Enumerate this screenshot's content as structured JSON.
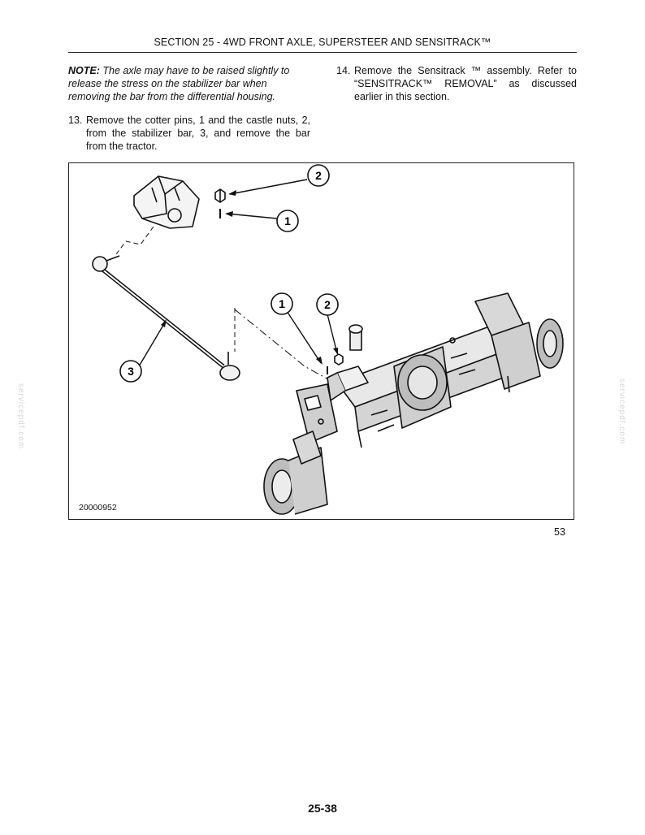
{
  "header": {
    "title": "SECTION 25 - 4WD FRONT AXLE, SUPERSTEER AND SENSITRACK™"
  },
  "note": {
    "label": "NOTE:",
    "text": "The axle may have to be raised slightly to release the stress on the stabilizer bar when removing the bar from the differential housing."
  },
  "steps": [
    {
      "num": "13.",
      "text": "Remove the cotter pins, 1 and the castle nuts, 2, from the stabilizer bar, 3, and remove the bar from the tractor."
    },
    {
      "num": "14.",
      "text": "Remove the Sensitrack ™ assembly. Refer to “SENSITRACK™ REMOVAL” as discussed earlier in this section."
    }
  ],
  "figure": {
    "id": "20000952",
    "number": "53",
    "callouts": [
      "2",
      "1",
      "1",
      "2",
      "3"
    ]
  },
  "footer": {
    "page": "25-38"
  },
  "watermark": "servicepdf.com"
}
